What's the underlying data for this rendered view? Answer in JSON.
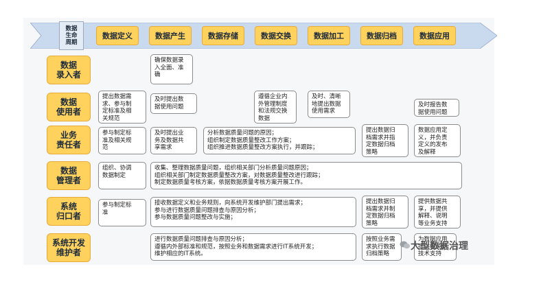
{
  "corner_label": "数据\n生命\n周期",
  "stages": [
    "数据定义",
    "数据产生",
    "数据存储",
    "数据交换",
    "数据加工",
    "数据归档",
    "数据应用"
  ],
  "roles": [
    "数据\n录入者",
    "数据\n使用者",
    "业务\n责任者",
    "数据\n管理者",
    "系统\n归口者",
    "系统开发\n维护者"
  ],
  "cells": {
    "r1_produce": "确保数据录\n入全面、准\n确",
    "r2_define": "提出数据需\n求、参与制\n定标准及相\n关规范",
    "r2_produce": "及时提出数\n据使用问题",
    "r2_exchange": "遵循企业内\n外管理制度\n和法规交换\n数据",
    "r2_process": "及时、清晰\n地提出数据\n使用需求",
    "r2_apply": "及时报告数\n据使用问题",
    "r3_define": "参与制定标\n准及相关规\n范",
    "r3_produce": "及时提出业\n务及数据共\n享需求",
    "r3_middle": "分析数据质量问题的原因；\n组织制定数据质量整改工作方案；\n组织推进数据质量整改方案执行，并跟踪；",
    "r3_archive": "提出数据归\n档需求并指\n定数据归档\n策略",
    "r3_apply": "数据应用定\n义，并负责\n定义的发布\n及解释",
    "r4_define": "组织、协调\n数据制定",
    "r4_wide": "收集、整理数据质量问题，组织相关部门分析质量问题原因；\n组织相关部门制定数据质量整改方案，对数据质量整改进行跟踪；\n制定数据质量考核方案，依据数据质量考核方案开展工作。",
    "r5_define": "参与制定标\n准",
    "r5_middle": "接收数据定义和业务规则，向系统开发维护部门提出需求；\n参与进行数据质量问题排查与原因分析；\n参与数据质量问题整改与实施；",
    "r5_archive": "提出数据归\n档需求并制\n定数据归档\n策略",
    "r5_apply": "提供数据共\n享，并提供\n解释、说明\n等业务支持",
    "r6_middle": "进行数据质量问题排查与原因分析；\n遵循内外部标准和规范，按照业务和数据需求进行IT系统开发；\n维护相应的IT系统。",
    "r6_archive": "按照业务需\n求执行数据\n归档策略",
    "r6_apply": "为数据应用\n提供相关的\n技术支持"
  },
  "watermark": "大型数据治理",
  "colors": {
    "stage_fill": "#ffd25e",
    "arrow_fill": "#c9d9ee",
    "role_fill": "#ffd25e"
  }
}
